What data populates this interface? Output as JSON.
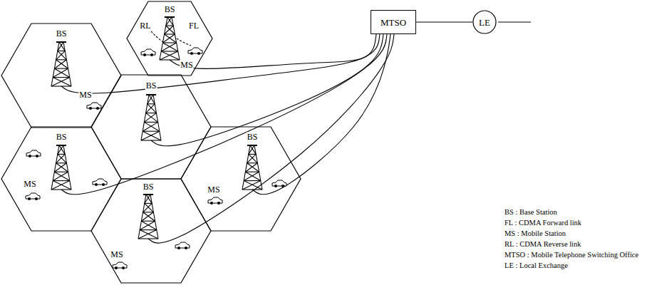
{
  "diagram": {
    "nodes": [
      {
        "text": [
          "BS",
          "RL",
          "FL",
          "MS"
        ]
      },
      {
        "text": [
          "MTSO"
        ]
      },
      {
        "text": [
          "LE"
        ]
      },
      {
        "text": [
          "BS",
          "MS"
        ]
      },
      {
        "text": [
          "BS"
        ]
      },
      {
        "text": [
          "BS",
          "MS"
        ]
      },
      {
        "text": [
          "BS",
          "MS"
        ]
      },
      {
        "text": [
          "BS",
          "MS"
        ]
      }
    ],
    "edges": [
      {
        "from": 1,
        "to": 0,
        "arrow": "none"
      },
      {
        "from": 1,
        "to": 3,
        "arrow": "none"
      },
      {
        "from": 1,
        "to": 4,
        "arrow": "none"
      },
      {
        "from": 1,
        "to": 5,
        "arrow": "none"
      },
      {
        "from": 1,
        "to": 6,
        "arrow": "none"
      },
      {
        "from": 1,
        "to": 7,
        "arrow": "none"
      },
      {
        "from": 1,
        "to": 2,
        "arrow": "none"
      }
    ],
    "labels": [
      "BS : Base Station",
      "FL : CDMA  Forward link",
      "MS : Mobile Station",
      "RL : CDMA  Reverse link",
      "MTSO : Mobile Telephone Switching Office",
      "LE : Local Exchange"
    ]
  }
}
